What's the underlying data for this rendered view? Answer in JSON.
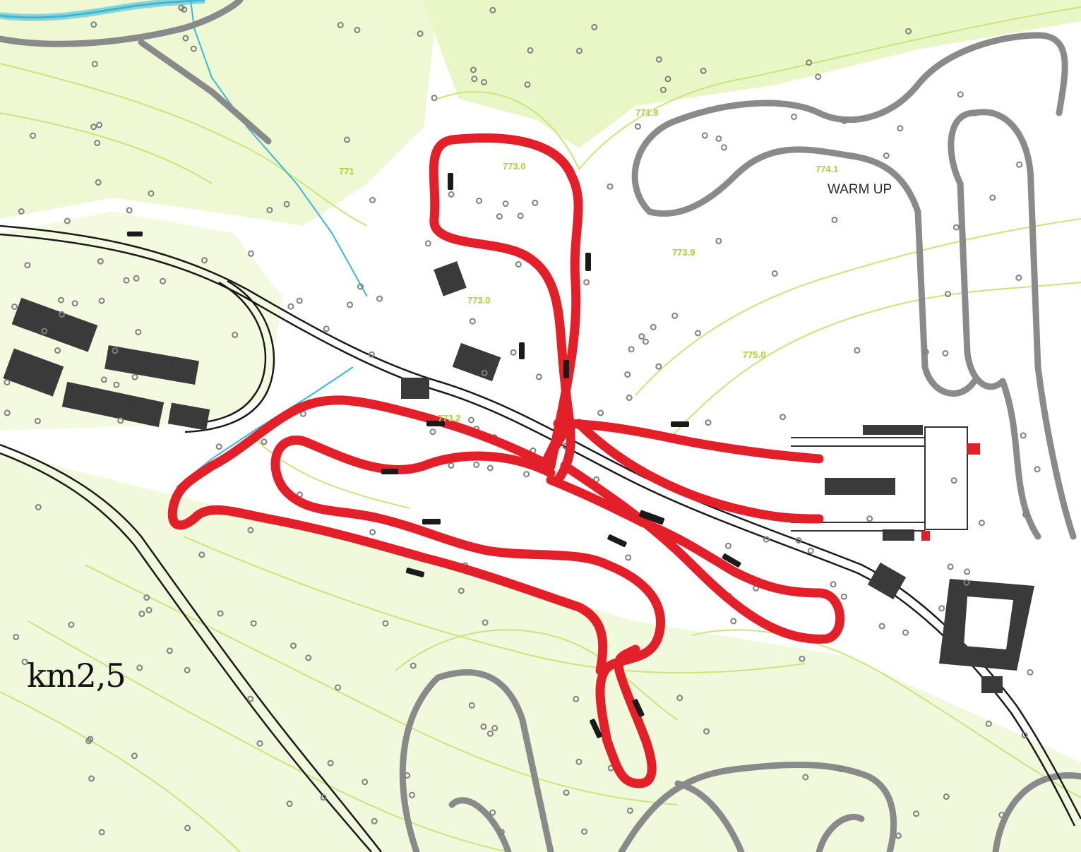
{
  "map": {
    "scale_label": "km2,5",
    "warmup_label": "WARM UP",
    "elevation_labels": [
      {
        "id": "e1",
        "text": "774.1"
      },
      {
        "id": "e2",
        "text": "773.0"
      },
      {
        "id": "e3",
        "text": "773.9"
      },
      {
        "id": "e4",
        "text": "773.0"
      },
      {
        "id": "e5",
        "text": "775.0"
      },
      {
        "id": "e6",
        "text": "773.2"
      },
      {
        "id": "e7",
        "text": "771.8"
      },
      {
        "id": "e8",
        "text": "771"
      }
    ],
    "colors": {
      "course": "#e3202a",
      "road": "#8a8a8a",
      "contour": "#c8e67a",
      "forest": "#e6f5c0",
      "river": "#3bb8d8",
      "building": "#3a3a3a",
      "rail": "#1a1a1a"
    }
  }
}
